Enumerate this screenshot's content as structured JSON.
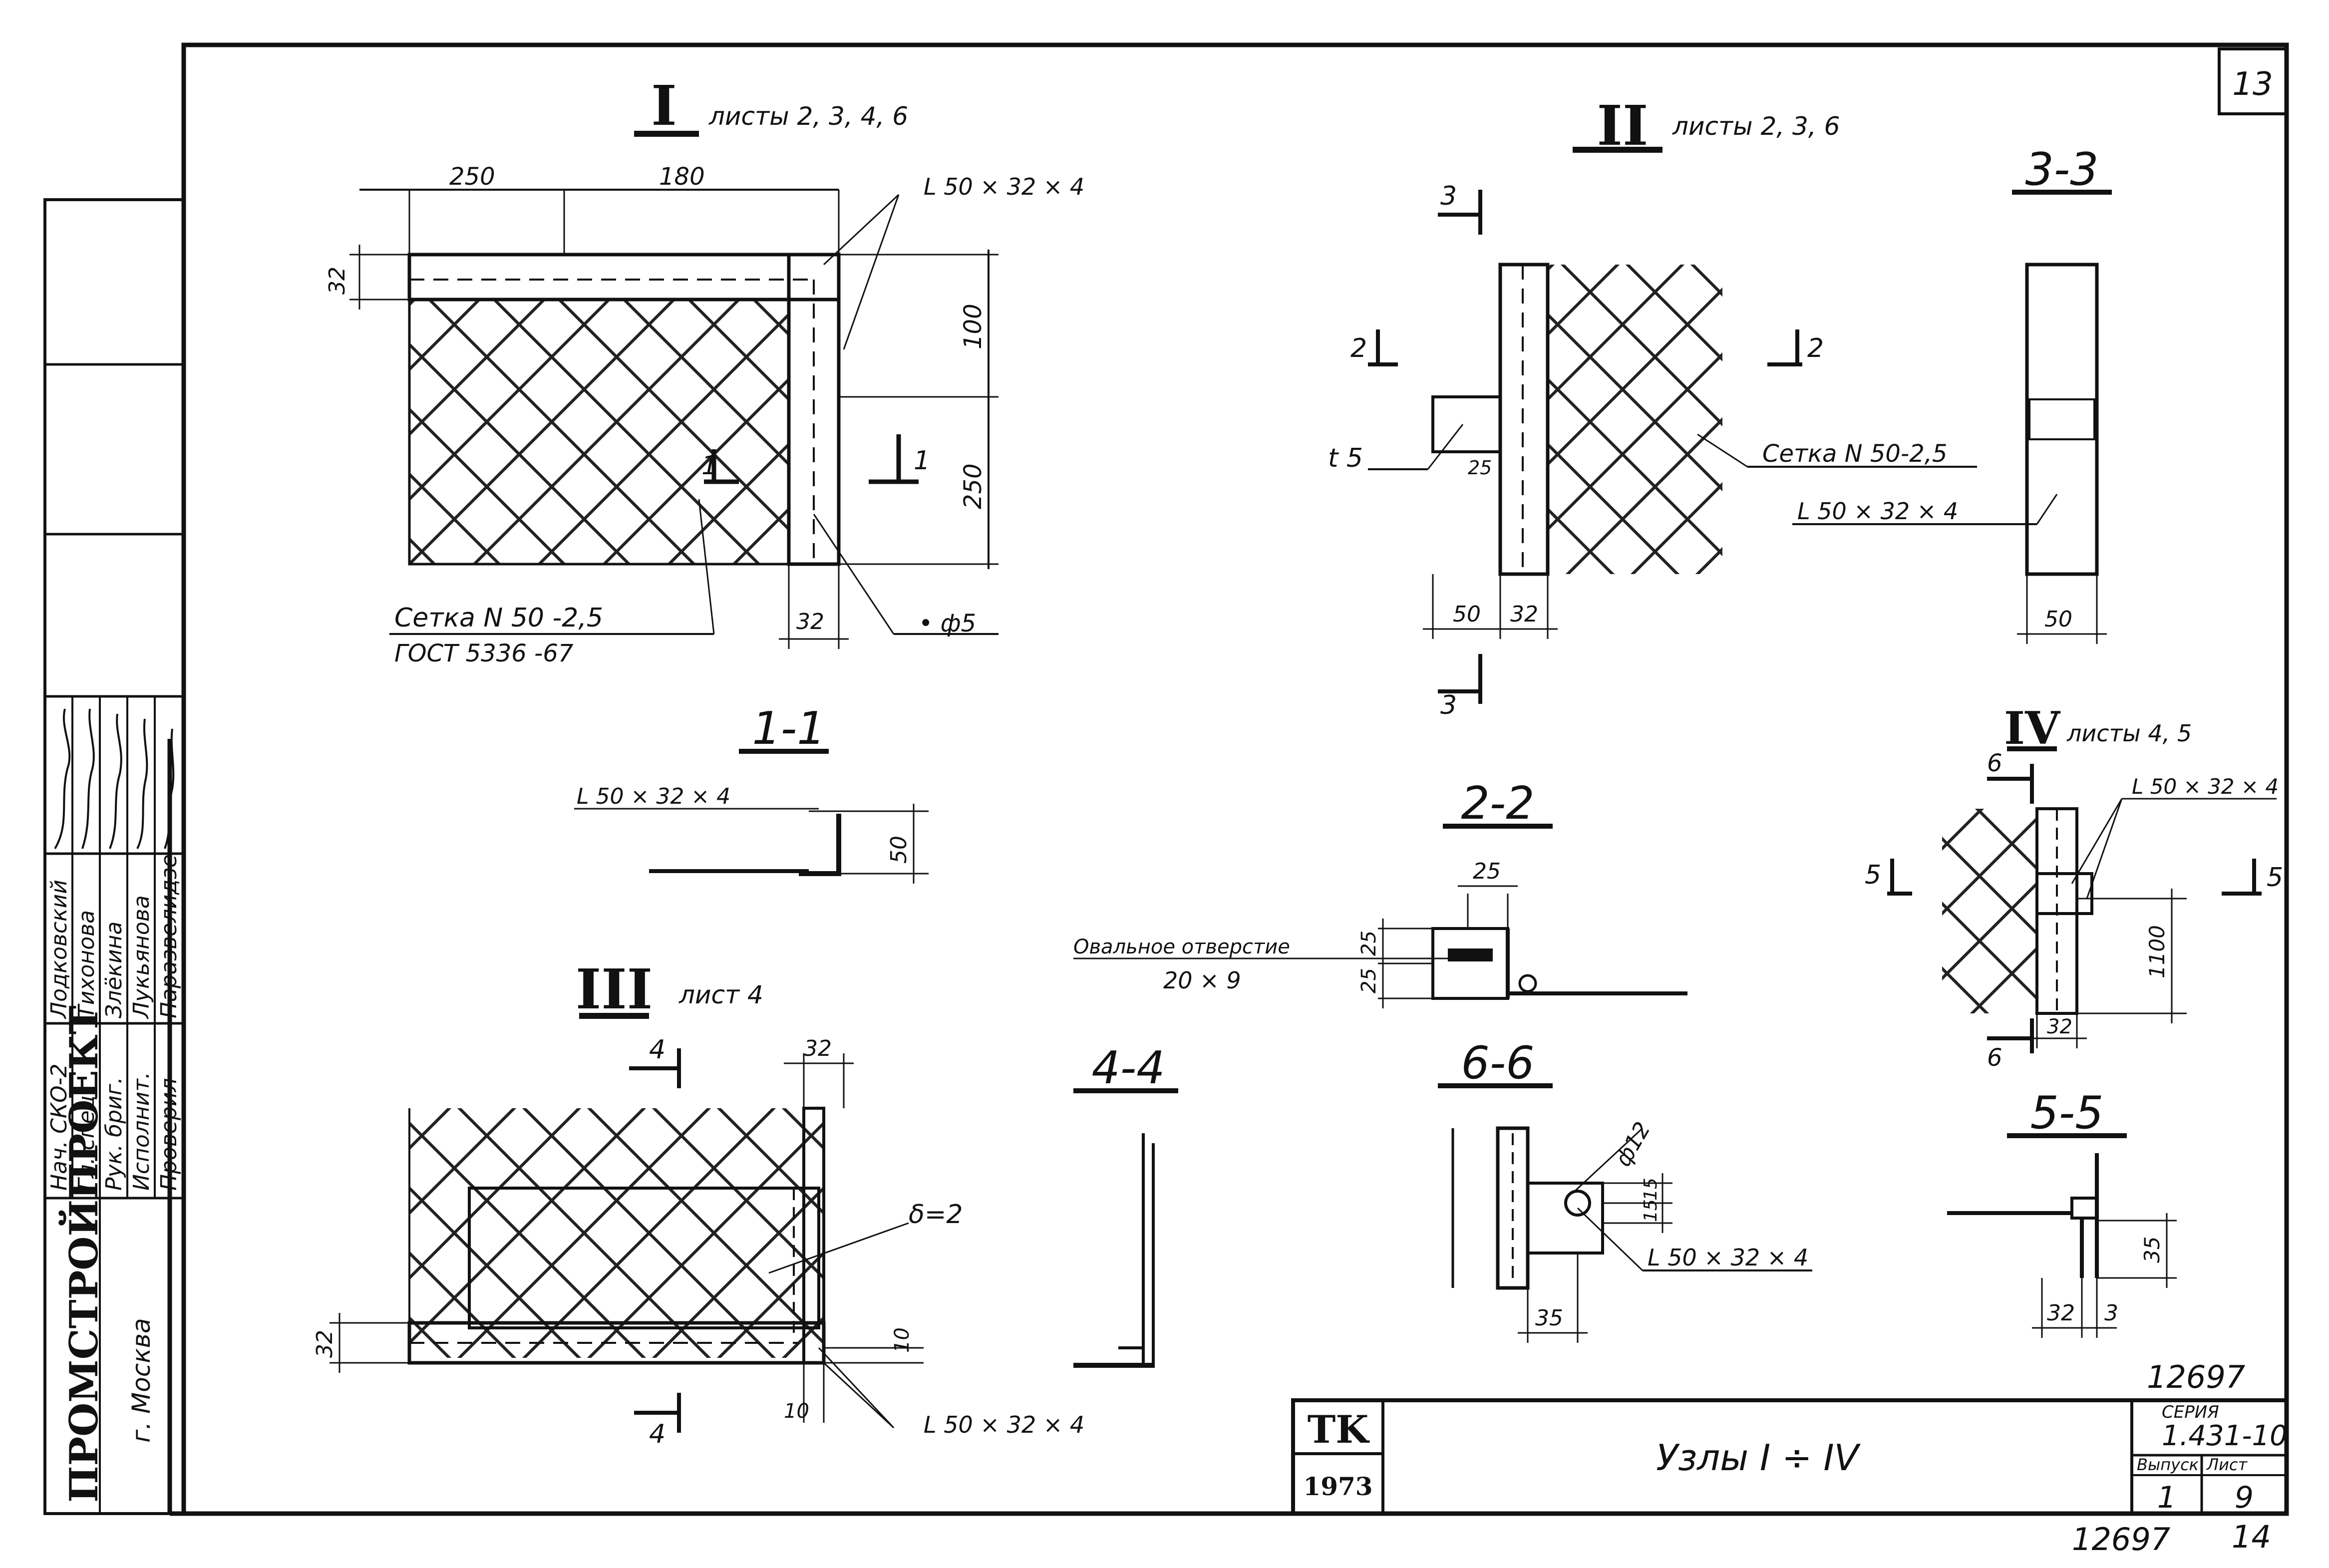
{
  "sheet": {
    "sheet_number": "13",
    "bottom_number": "12697",
    "bottom_sheet": "14",
    "series_number_top": "12697"
  },
  "title_block": {
    "brand": "TK",
    "year": "1973",
    "title": "Узлы I ÷ IV",
    "series_label": "СЕРИЯ",
    "series": "1.431-10",
    "issue_label": "Выпуск",
    "issue": "1",
    "sheet_label": "Лист",
    "sheet": "9"
  },
  "org": {
    "name": "ПРОМСТРОЙПРОЕКТ",
    "city": "г. Москва"
  },
  "staff": [
    {
      "role": "Нач. СКО-2",
      "name": "Лодковский"
    },
    {
      "role": "Гл. спец.",
      "name": "Тихонова"
    },
    {
      "role": "Рук. бриг.",
      "name": "Злёкина"
    },
    {
      "role": "Исполнит.",
      "name": "Лукьянова"
    },
    {
      "role": "Проверил",
      "name": "Паразвелидзе"
    }
  ],
  "node1": {
    "roman": "I",
    "sheets": "листы 2, 3, 4, 6",
    "dim_250": "250",
    "dim_180": "180",
    "dim_32": "32",
    "dim_100": "100",
    "dim_250v": "250",
    "dim_32b": "32",
    "angle": "L 50 × 32 × 4",
    "cut": "1",
    "mesh": "Сетка N 50 -2,5",
    "gost": "ГОСТ 5336 -67",
    "rod": "• ф5"
  },
  "sec11": {
    "label": "1-1",
    "angle": "L 50 × 32 × 4",
    "dim": "50"
  },
  "node2": {
    "roman": "II",
    "sheets": "листы 2, 3, 6",
    "cut3": "3",
    "cut2": "2",
    "plate": "t 5",
    "dim_25": "25",
    "dim_50": "50",
    "dim_32": "32",
    "mesh": "Сетка N 50-2,5",
    "angle": "L 50 × 32 × 4"
  },
  "sec33": {
    "label": "3-3",
    "dim": "50"
  },
  "sec22": {
    "label": "2-2",
    "dim_top": "25",
    "dim_a": "25",
    "dim_b": "25",
    "hole": "Овальное отверстие",
    "hole_size": "20 × 9"
  },
  "node3": {
    "roman": "III",
    "sheets": "лист 4",
    "cut4": "4",
    "dim_32": "32",
    "dim_32l": "32",
    "thk": "δ=2",
    "dim_10": "10",
    "dim_10b": "10",
    "angle": "L 50 × 32 × 4"
  },
  "sec44": {
    "label": "4-4"
  },
  "sec66": {
    "label": "6-6",
    "dia": "ф12",
    "dim_15a": "15",
    "dim_15b": "15",
    "dim_35": "35",
    "angle": "L 50 × 32 × 4"
  },
  "node4": {
    "roman": "IV",
    "sheets": "листы 4, 5",
    "cut6": "6",
    "cut5": "5",
    "angle": "L 50 × 32 × 4",
    "dim_1100": "1100",
    "dim_32": "32"
  },
  "sec55": {
    "label": "5-5",
    "dim_35": "35",
    "dim_32": "32",
    "dim_3": "3"
  }
}
